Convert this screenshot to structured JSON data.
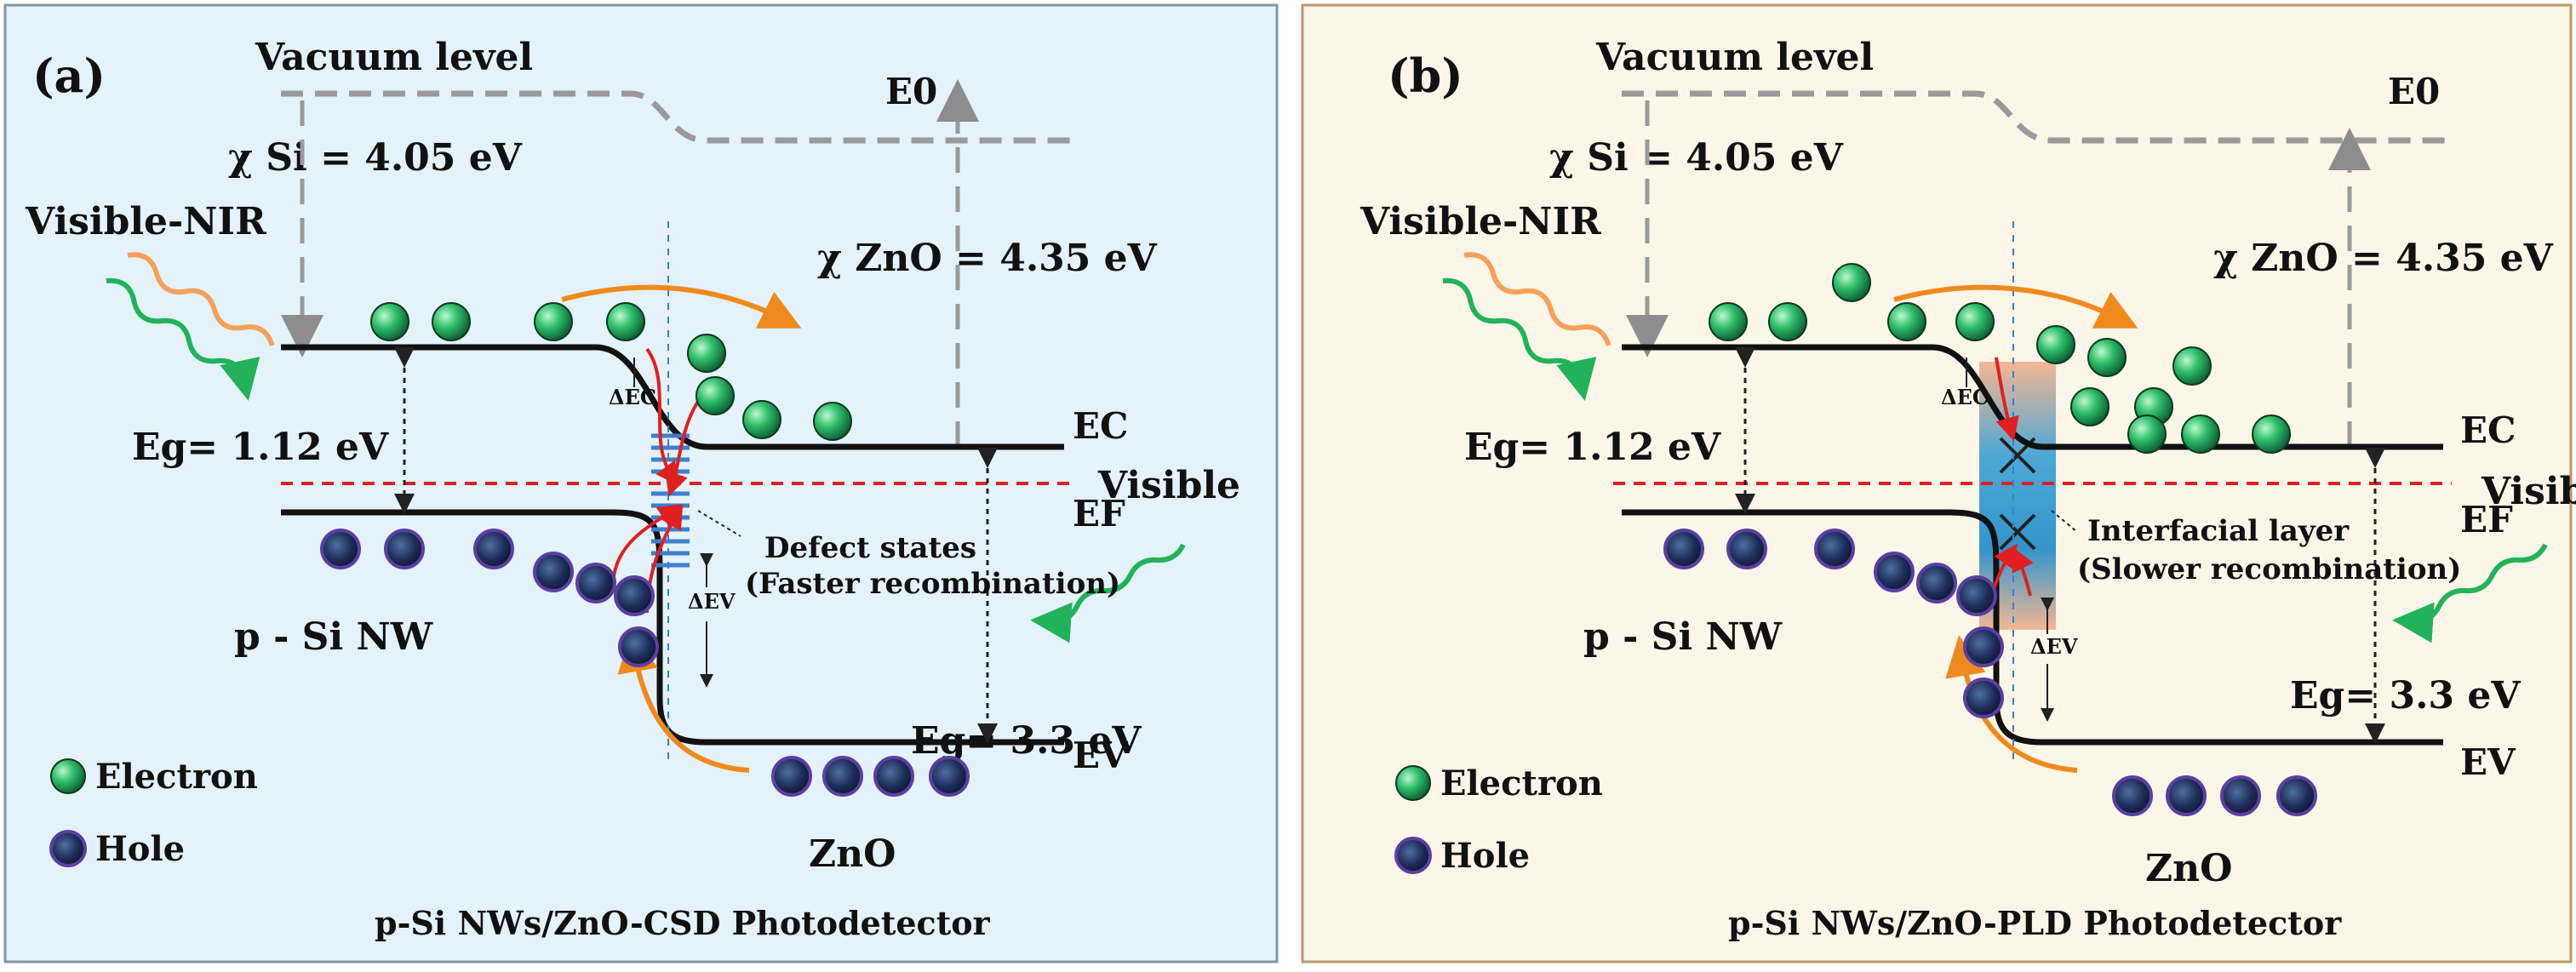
{
  "panels": [
    {
      "id": "a",
      "panel_label": "(a)",
      "vacuum_label": "Vacuum level",
      "e0_label": "E0",
      "chi_si_label": "χ Si = 4.05 eV",
      "chi_zno_label": "χ ZnO = 4.35 eV",
      "light_label": "Visible-NIR",
      "visible_label": "Visible",
      "eg_si_label": "Eg= 1.12 eV",
      "eg_zno_label": "Eg= 3.3 eV",
      "ec_label": "EC",
      "ef_label": "EF",
      "ev_label": "EV",
      "delta_ec_label": "ΔEC",
      "delta_ev_label": "ΔEV",
      "interface_label_1": "Defect states",
      "interface_label_2": "(Faster recombination)",
      "si_label": "p - Si  NW",
      "zno_label": "ZnO",
      "legend_electron": "Electron",
      "legend_hole": "Hole",
      "caption": "p-Si NWs/ZnO-CSD Photodetector",
      "background_color": "#e3f2fb",
      "interface_type": "defect"
    },
    {
      "id": "b",
      "panel_label": "(b)",
      "vacuum_label": "Vacuum level",
      "e0_label": "E0",
      "chi_si_label": "χ Si = 4.05 eV",
      "chi_zno_label": "χ ZnO = 4.35 eV",
      "light_label": "Visible-NIR",
      "visible_label": "Visible",
      "eg_si_label": "Eg= 1.12 eV",
      "eg_zno_label": "Eg= 3.3 eV",
      "ec_label": "EC",
      "ef_label": "EF",
      "ev_label": "EV",
      "delta_ec_label": "ΔEC",
      "delta_ev_label": "ΔEV",
      "interface_label_1": "Interfacial layer",
      "interface_label_2": "(Slower recombination)",
      "si_label": "p - Si  NW",
      "zno_label": "ZnO",
      "legend_electron": "Electron",
      "legend_hole": "Hole",
      "caption": "p-Si NWs/ZnO-PLD Photodetector",
      "background_color": "#fcf6e8",
      "interface_type": "layer"
    }
  ],
  "colors": {
    "electron": "#1e9b5a",
    "hole": "#2a1f5c",
    "fermi_line": "#e02020",
    "vacuum_line": "#999999",
    "photon_nir_a": "#f5a15a",
    "photon_nir_b": "#22b35a",
    "arrow_orange": "#f08a1e",
    "recomb_red": "#e02020"
  }
}
